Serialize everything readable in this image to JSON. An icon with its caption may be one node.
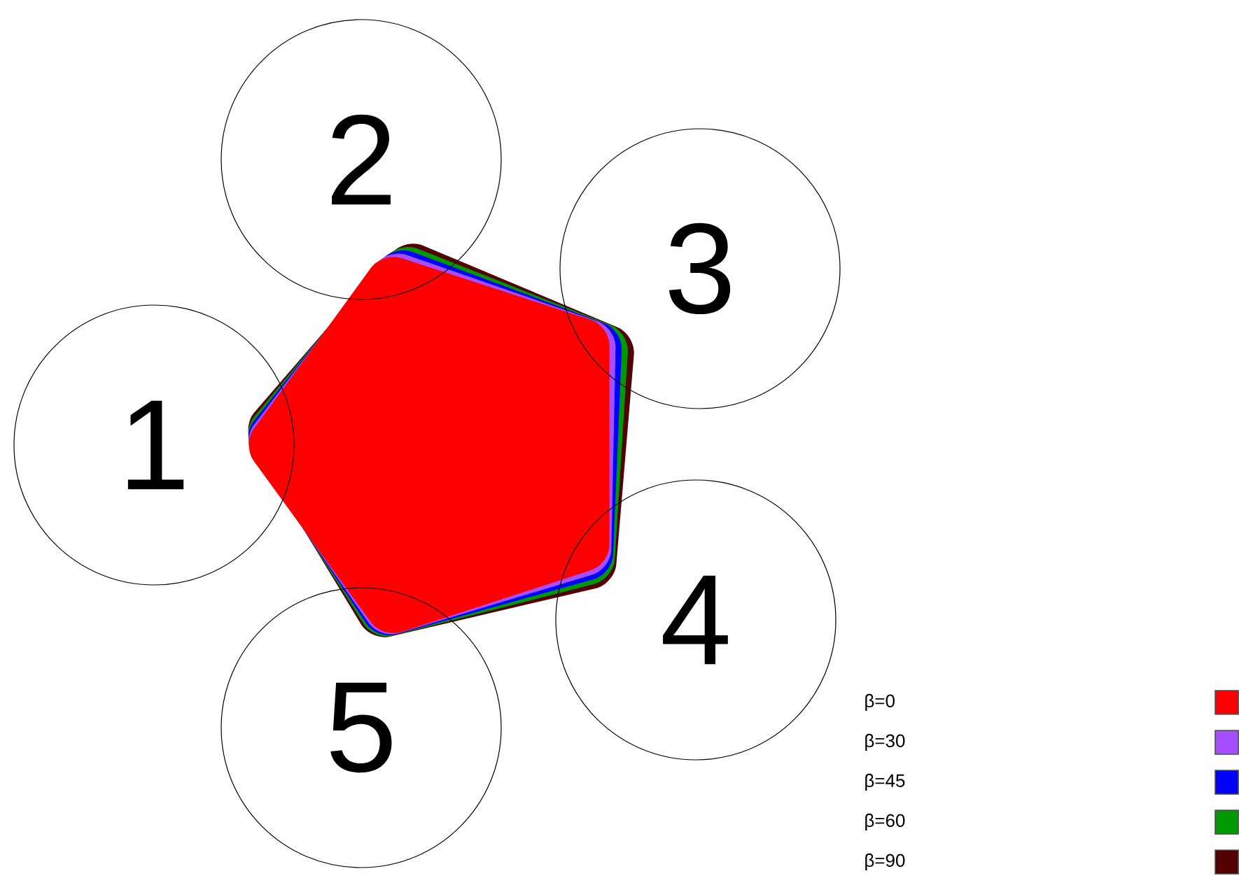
{
  "diagram": {
    "nodes": [
      {
        "text": [
          "1"
        ]
      },
      {
        "text": [
          "2"
        ]
      },
      {
        "text": [
          "3"
        ]
      },
      {
        "text": [
          "4"
        ]
      },
      {
        "text": [
          "5"
        ]
      }
    ],
    "legend": [
      {
        "text": "β=0",
        "color": "#ff0000"
      },
      {
        "text": "β=30",
        "color": "#a64dff"
      },
      {
        "text": "β=45",
        "color": "#0000ff"
      },
      {
        "text": "β=60",
        "color": "#009900"
      },
      {
        "text": "β=90",
        "color": "#550000"
      }
    ]
  }
}
